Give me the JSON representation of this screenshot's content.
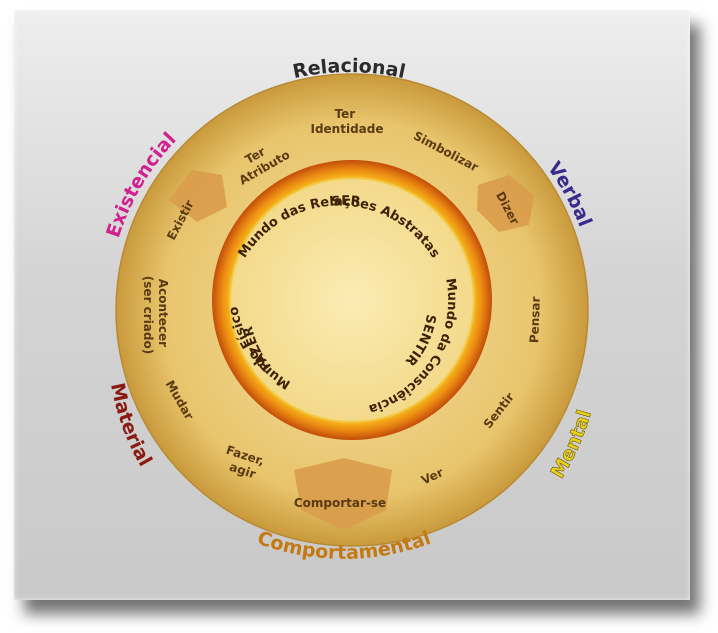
{
  "categories": {
    "relacional": {
      "label": "Relacional",
      "color": "#2b2b2b"
    },
    "existencial": {
      "label": "Existencial",
      "color": "#d0218f"
    },
    "verbal": {
      "label": "Verbal",
      "color": "#3a2a8c"
    },
    "material": {
      "label": "Material",
      "color": "#8b1a12"
    },
    "mental": {
      "label": "Mental",
      "color": "#e8cf1c"
    },
    "comportamental": {
      "label": "Comportamental",
      "color": "#c47a10"
    }
  },
  "ring_items": {
    "ter_identidade": [
      "Ter",
      "Identidade"
    ],
    "simbolizar": "Simbolizar",
    "dizer": "Dizer",
    "pensar": "Pensar",
    "sentir": "Sentir",
    "ver": "Ver",
    "comportar_se": "Comportar-se",
    "fazer_agir": [
      "Fazer,",
      "agir"
    ],
    "mudar": "Mudar",
    "acontecer": [
      "Acontecer",
      "(ser criado)"
    ],
    "existir": "Existir",
    "ter_atributo": [
      "Ter",
      "Atributo"
    ]
  },
  "inner": {
    "ser": {
      "line1": "Mundo das Relações Abstratas",
      "line2": "SER"
    },
    "sentir": {
      "line1": "SENTIR",
      "line2": "Mundo da Consciência"
    },
    "fazer": {
      "line1": "FAZER",
      "line2": "Mundo Físico"
    }
  },
  "colors": {
    "disc": "#e9c873",
    "disc_edge": "#c99a3c",
    "pentagon": "#d9a04f",
    "fire_ring": "#f3a21e",
    "center": "#f7de92"
  }
}
